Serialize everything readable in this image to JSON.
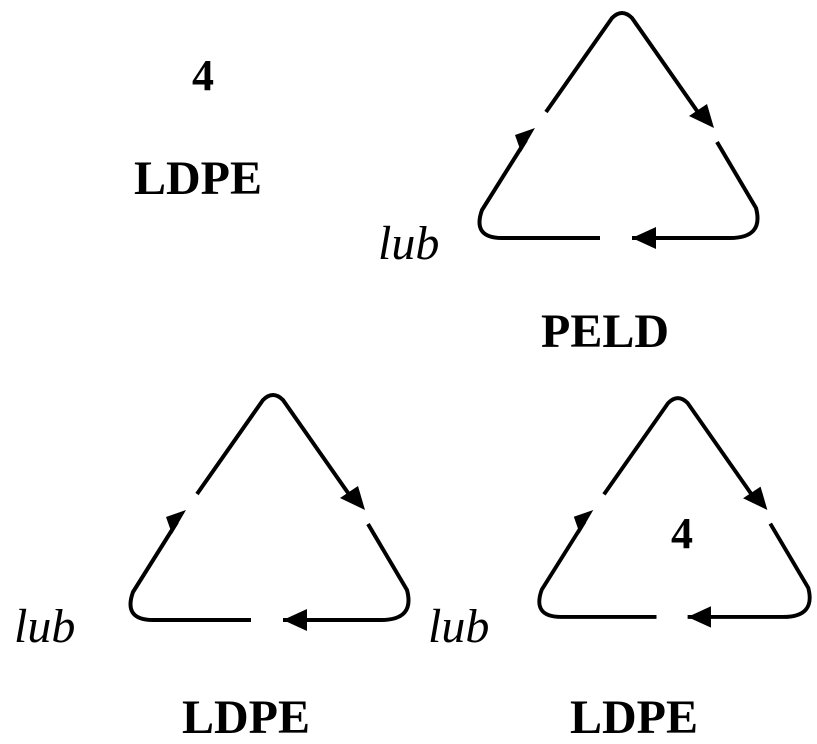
{
  "colors": {
    "ink": "#000000",
    "background": "#ffffff"
  },
  "variants": [
    {
      "number": "4",
      "code": "LDPE"
    },
    {
      "lub": "lub",
      "code": "PELD"
    },
    {
      "lub": "lub",
      "code": "LDPE"
    },
    {
      "lub": "lub",
      "number": "4",
      "code": "LDPE"
    }
  ]
}
